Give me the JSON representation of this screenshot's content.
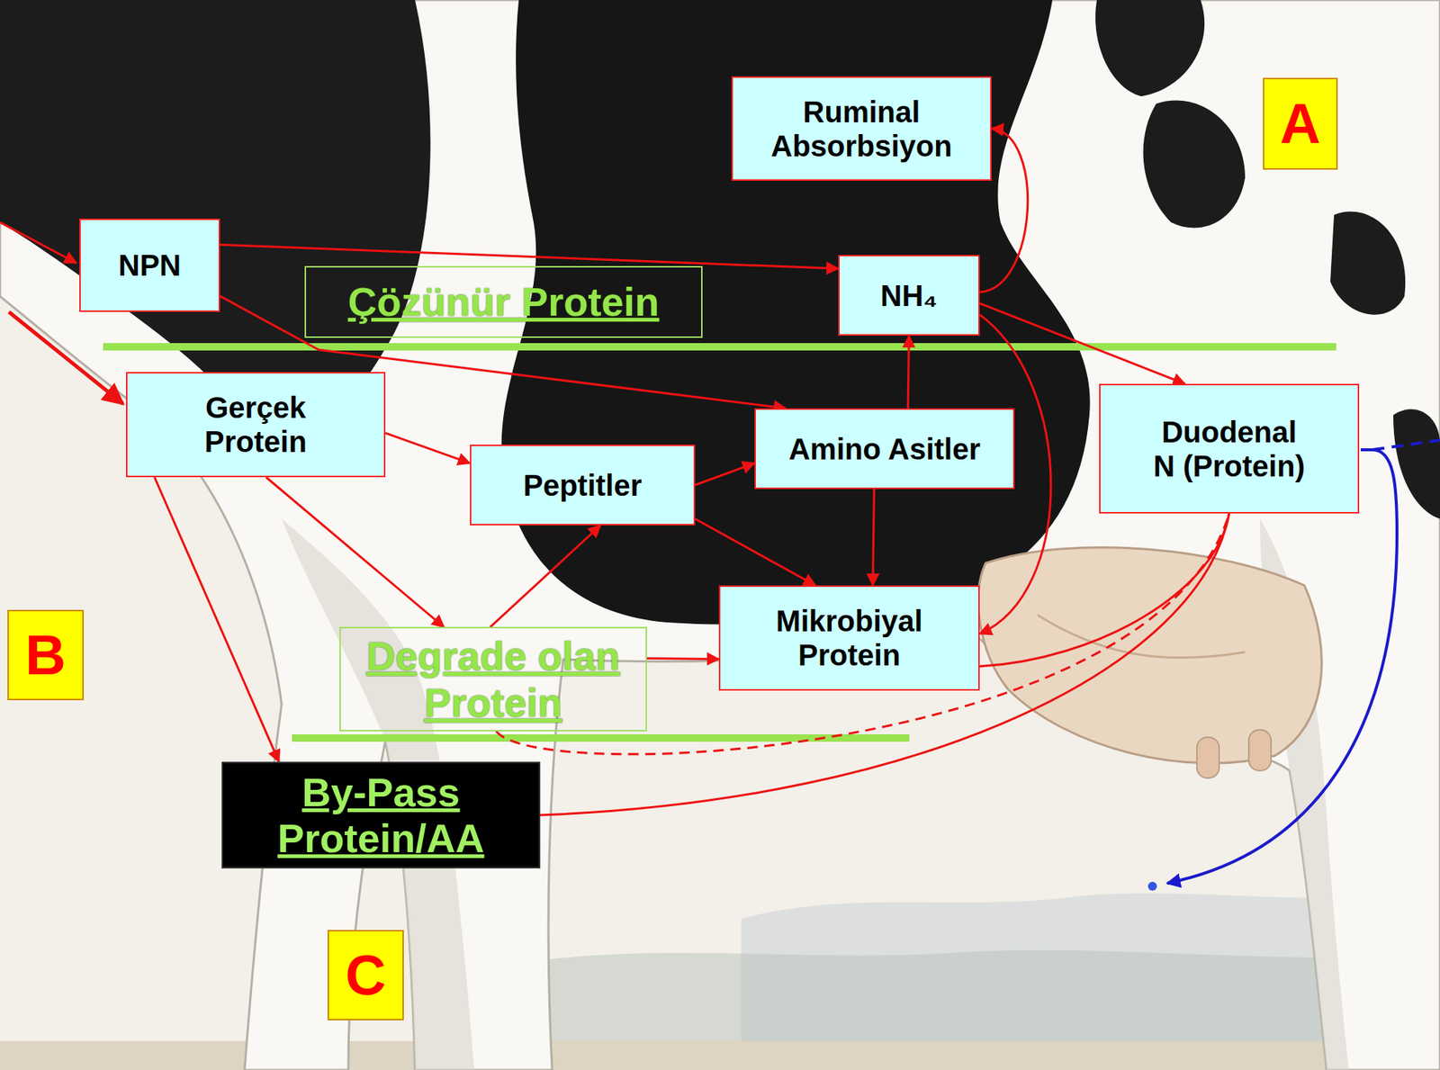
{
  "diagram": {
    "nodes": [
      {
        "text": [
          "Ruminal Absorbsiyon"
        ]
      },
      {
        "text": [
          "A"
        ]
      },
      {
        "text": [
          "NPN"
        ]
      },
      {
        "text": [
          "NH₄"
        ]
      },
      {
        "text": [
          "Çözünür Protein"
        ]
      },
      {
        "text": [
          "Gerçek Protein"
        ]
      },
      {
        "text": [
          "Amino Asitler"
        ]
      },
      {
        "text": [
          "Peptitler"
        ]
      },
      {
        "text": [
          "Duodenal N (Protein)"
        ]
      },
      {
        "text": [
          "B"
        ]
      },
      {
        "text": [
          "Mikrobiyal Protein"
        ]
      },
      {
        "text": [
          "Degrade olan Protein"
        ]
      },
      {
        "text": [
          "By-Pass Protein/AA"
        ]
      },
      {
        "text": [
          "C"
        ]
      }
    ],
    "edges": [
      {
        "from": 2,
        "to": 3,
        "arrow": "to"
      },
      {
        "from": 2,
        "to": 6,
        "arrow": "to"
      },
      {
        "from": 3,
        "to": 0,
        "arrow": "to"
      },
      {
        "from": 3,
        "to": 8,
        "arrow": "to"
      },
      {
        "from": 3,
        "to": 10,
        "arrow": "to"
      },
      {
        "from": 6,
        "to": 3,
        "arrow": "to"
      },
      {
        "from": 6,
        "to": 10,
        "arrow": "to"
      },
      {
        "from": 5,
        "to": 7,
        "arrow": "to"
      },
      {
        "from": 5,
        "to": 11,
        "arrow": "to"
      },
      {
        "from": 5,
        "to": 12,
        "arrow": "to"
      },
      {
        "from": 11,
        "to": 7,
        "arrow": "to"
      },
      {
        "from": 11,
        "to": 10,
        "arrow": "to"
      },
      {
        "from": 7,
        "to": 6,
        "arrow": "to"
      },
      {
        "from": 7,
        "to": 10,
        "arrow": "to"
      },
      {
        "from": 10,
        "to": 8,
        "arrow": "none"
      },
      {
        "from": 12,
        "to": 8,
        "arrow": "none"
      },
      {
        "from": 11,
        "to": 8,
        "arrow": "none"
      }
    ]
  }
}
